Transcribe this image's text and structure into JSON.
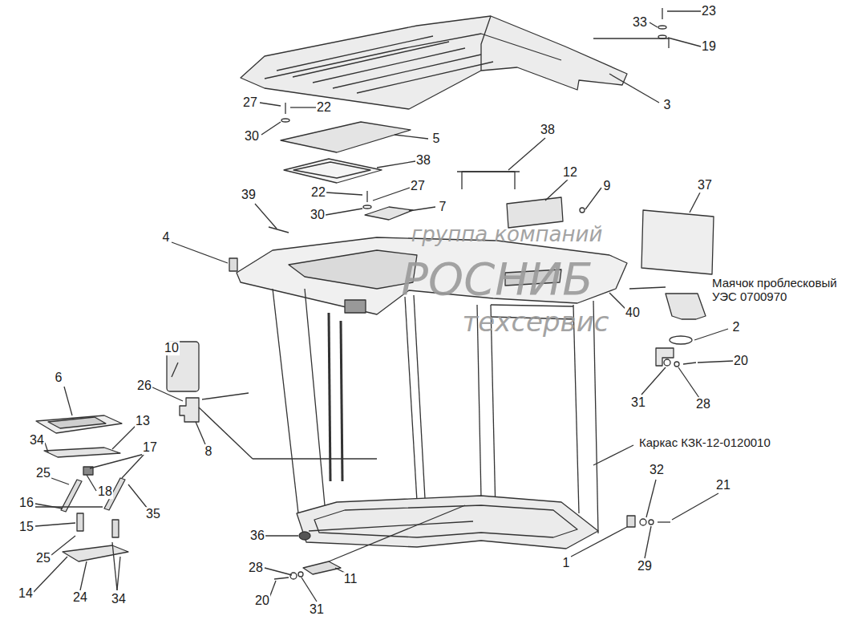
{
  "diagram": {
    "labels": [
      "23",
      "33",
      "19",
      "3",
      "27",
      "22",
      "30",
      "5",
      "38",
      "38",
      "12",
      "9",
      "37",
      "22",
      "27",
      "30",
      "7",
      "39",
      "4",
      "Маячок проблесковый УЭС 0700970",
      "40",
      "2",
      "20",
      "31",
      "28",
      "10",
      "26",
      "8",
      "6",
      "13",
      "34",
      "17",
      "25",
      "18",
      "35",
      "16",
      "15",
      "25",
      "14",
      "24",
      "34",
      "Каркас КЗК-12-0120010",
      "32",
      "21",
      "29",
      "1",
      "36",
      "28",
      "20",
      "31",
      "11",
      "группа компаний",
      "РОСНИБ",
      "техсервис"
    ]
  }
}
